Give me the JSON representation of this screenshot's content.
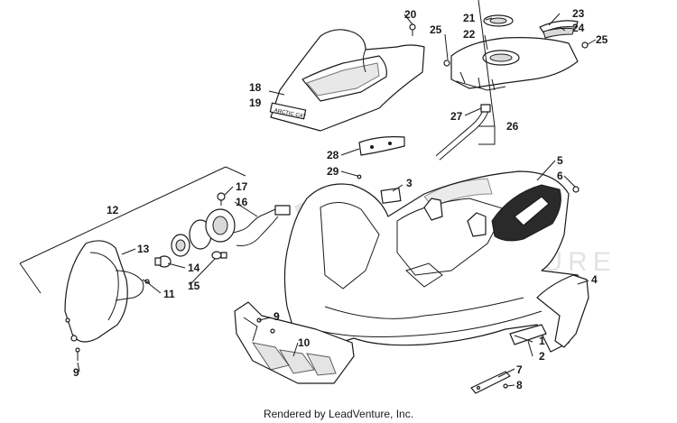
{
  "watermark": "LEADVENTURE",
  "footer": "Rendered by LeadVenture, Inc.",
  "seat_logo_text": "ARCTIC CAT",
  "callouts": [
    "1",
    "2",
    "3",
    "4",
    "5",
    "6",
    "7",
    "8",
    "9",
    "9",
    "9",
    "10",
    "11",
    "12",
    "13",
    "14",
    "15",
    "16",
    "17",
    "18",
    "19",
    "20",
    "21",
    "22",
    "23",
    "24",
    "25",
    "25",
    "26",
    "27",
    "28",
    "29"
  ]
}
